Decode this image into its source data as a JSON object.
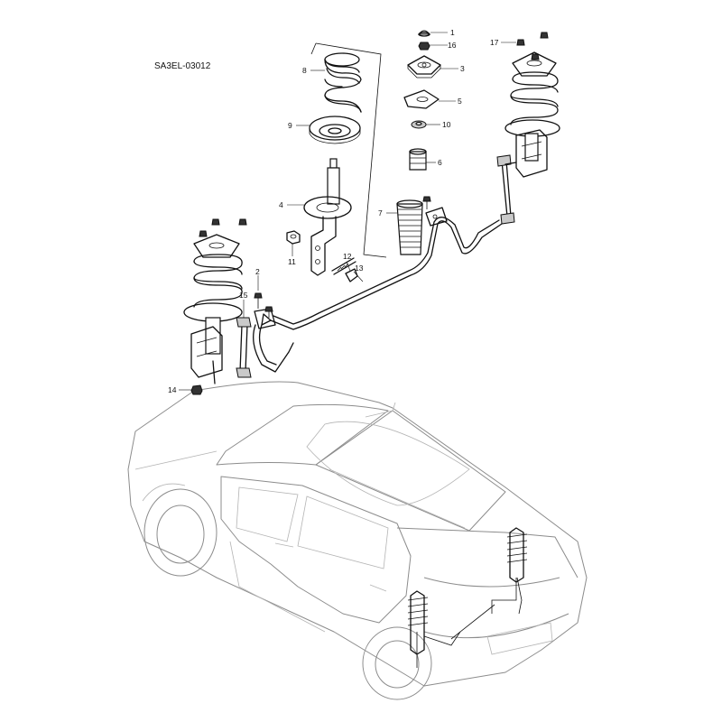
{
  "diagram": {
    "code": "SA3EL-03012",
    "callouts": [
      "1",
      "2",
      "3",
      "4",
      "5",
      "6",
      "7",
      "8",
      "9",
      "10",
      "11",
      "12",
      "13",
      "14",
      "15",
      "16",
      "17"
    ]
  }
}
